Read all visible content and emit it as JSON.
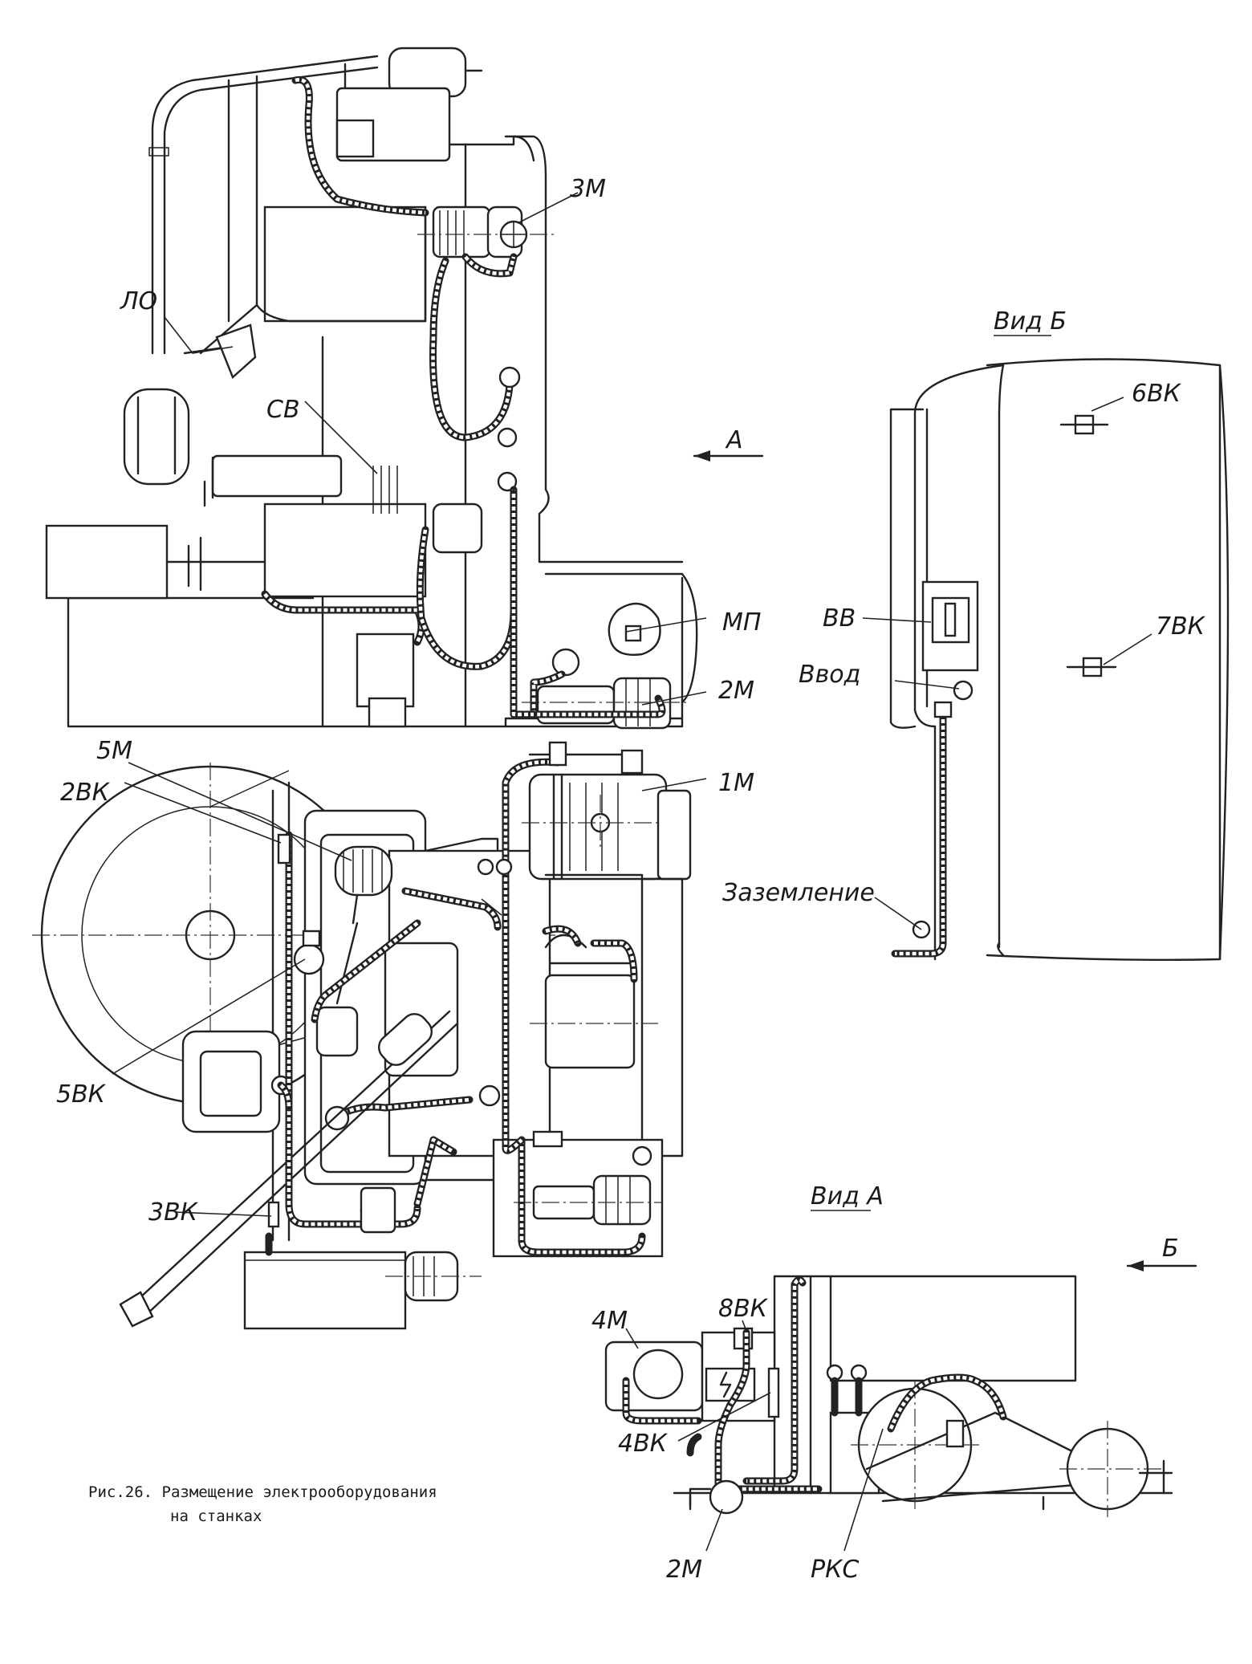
{
  "labels": {
    "m3": "3М",
    "lo": "ЛО",
    "sv": "СВ",
    "mp": "МП",
    "m2_top": "2М",
    "m5": "5М",
    "vk2": "2ВК",
    "m1": "1М",
    "vk5": "5ВК",
    "vk3": "3ВК",
    "view_a_arrow": "А",
    "view_b": "Вид Б",
    "vk6": "6ВК",
    "vv": "ВВ",
    "vvod": "Ввод",
    "vk7": "7ВК",
    "zazemlenie": "Заземление",
    "view_a": "Вид А",
    "view_b_arrow": "Б",
    "vk8": "8ВК",
    "m4": "4М",
    "vk4": "4ВК",
    "m2_bottom": "2М",
    "rks": "РКС"
  },
  "caption": {
    "line1": "Рис.26. Размещение электрооборудования",
    "line2": "на станках"
  }
}
